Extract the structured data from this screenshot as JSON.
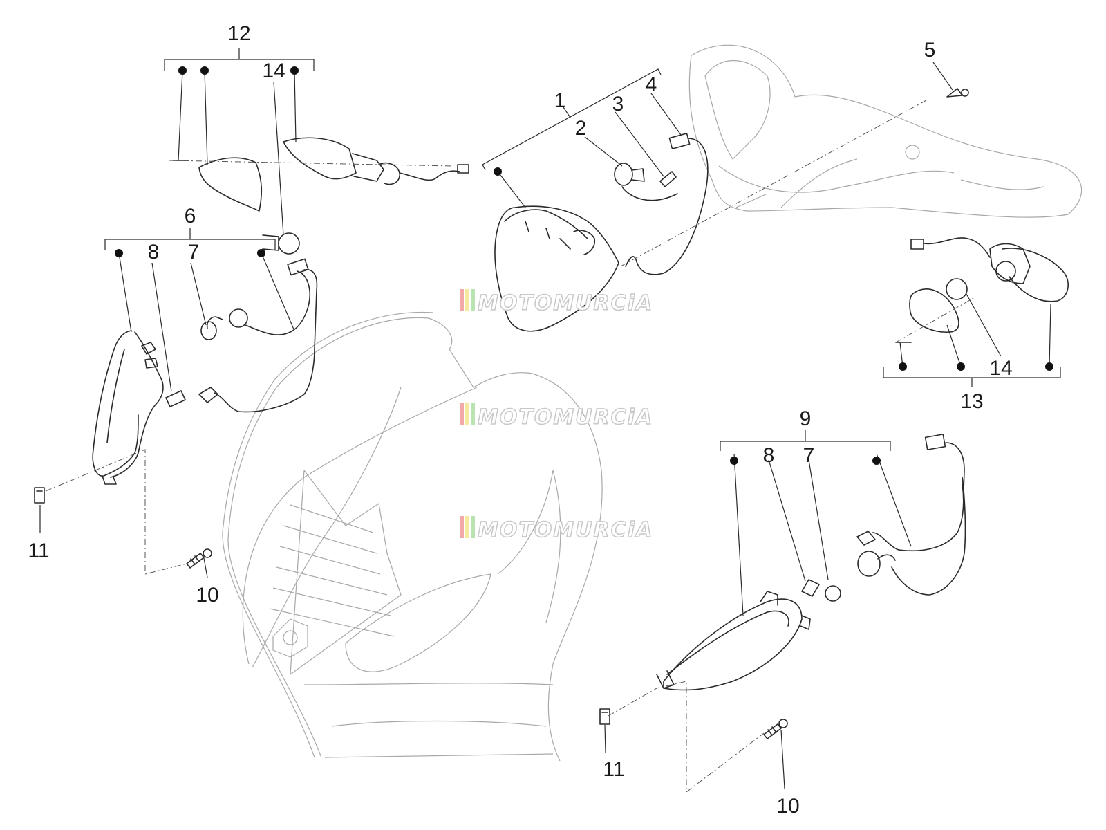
{
  "callouts": [
    {
      "id": "c12",
      "label": "12"
    },
    {
      "id": "c14a",
      "label": "14"
    },
    {
      "id": "c1",
      "label": "1"
    },
    {
      "id": "c2",
      "label": "2"
    },
    {
      "id": "c3",
      "label": "3"
    },
    {
      "id": "c4",
      "label": "4"
    },
    {
      "id": "c5",
      "label": "5"
    },
    {
      "id": "c6",
      "label": "6"
    },
    {
      "id": "c8a",
      "label": "8"
    },
    {
      "id": "c7a",
      "label": "7"
    },
    {
      "id": "c11a",
      "label": "11"
    },
    {
      "id": "c10a",
      "label": "10"
    },
    {
      "id": "c13",
      "label": "13"
    },
    {
      "id": "c14b",
      "label": "14"
    },
    {
      "id": "c9",
      "label": "9"
    },
    {
      "id": "c8b",
      "label": "8"
    },
    {
      "id": "c7b",
      "label": "7"
    },
    {
      "id": "c11b",
      "label": "11"
    },
    {
      "id": "c10b",
      "label": "10"
    }
  ],
  "watermark": {
    "text": "MOTOMURCiA",
    "stripe_colors": [
      "#f4a9a9",
      "#f5e9a0",
      "#b9e3b0"
    ]
  }
}
